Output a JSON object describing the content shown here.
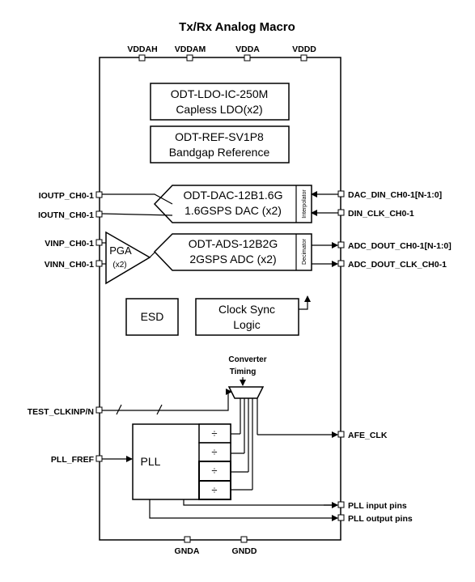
{
  "title": "Tx/Rx Analog Macro",
  "top_pins": [
    "VDDAH",
    "VDDAM",
    "VDDA",
    "VDDD"
  ],
  "bottom_pins": [
    "GNDA",
    "GNDD"
  ],
  "left_pins": {
    "ioutp": "IOUTP_CH0-1",
    "ioutn": "IOUTN_CH0-1",
    "vinp": "VINP_CH0-1",
    "vinn": "VINN_CH0-1",
    "test_clk": "TEST_CLKINP/N",
    "pll_fref": "PLL_FREF"
  },
  "right_pins": {
    "dac_din": "DAC_DIN_CH0-1[N-1:0]",
    "din_clk": "DIN_CLK_CH0-1",
    "adc_dout": "ADC_DOUT_CH0-1[N-1:0]",
    "adc_dout_clk": "ADC_DOUT_CLK_CH0-1",
    "afe_clk": "AFE_CLK",
    "pll_in": "PLL input pins",
    "pll_out": "PLL output pins"
  },
  "blocks": {
    "ldo_line1": "ODT-LDO-IC-250M",
    "ldo_line2": "Capless LDO(x2)",
    "ref_line1": "ODT-REF-SV1P8",
    "ref_line2": "Bandgap Reference",
    "dac_line1": "ODT-DAC-12B1.6G",
    "dac_line2": "1.6GSPS DAC (x2)",
    "interpolator": "Interpolator",
    "adc_line1": "ODT-ADS-12B2G",
    "adc_line2": "2GSPS ADC (x2)",
    "decimator": "Decimator",
    "pga_line1": "PGA",
    "pga_line2": "(x2)",
    "esd": "ESD",
    "clock_line1": "Clock Sync",
    "clock_line2": "Logic",
    "pll": "PLL",
    "divider": "÷",
    "converter_line1": "Converter",
    "converter_line2": "Timing"
  }
}
